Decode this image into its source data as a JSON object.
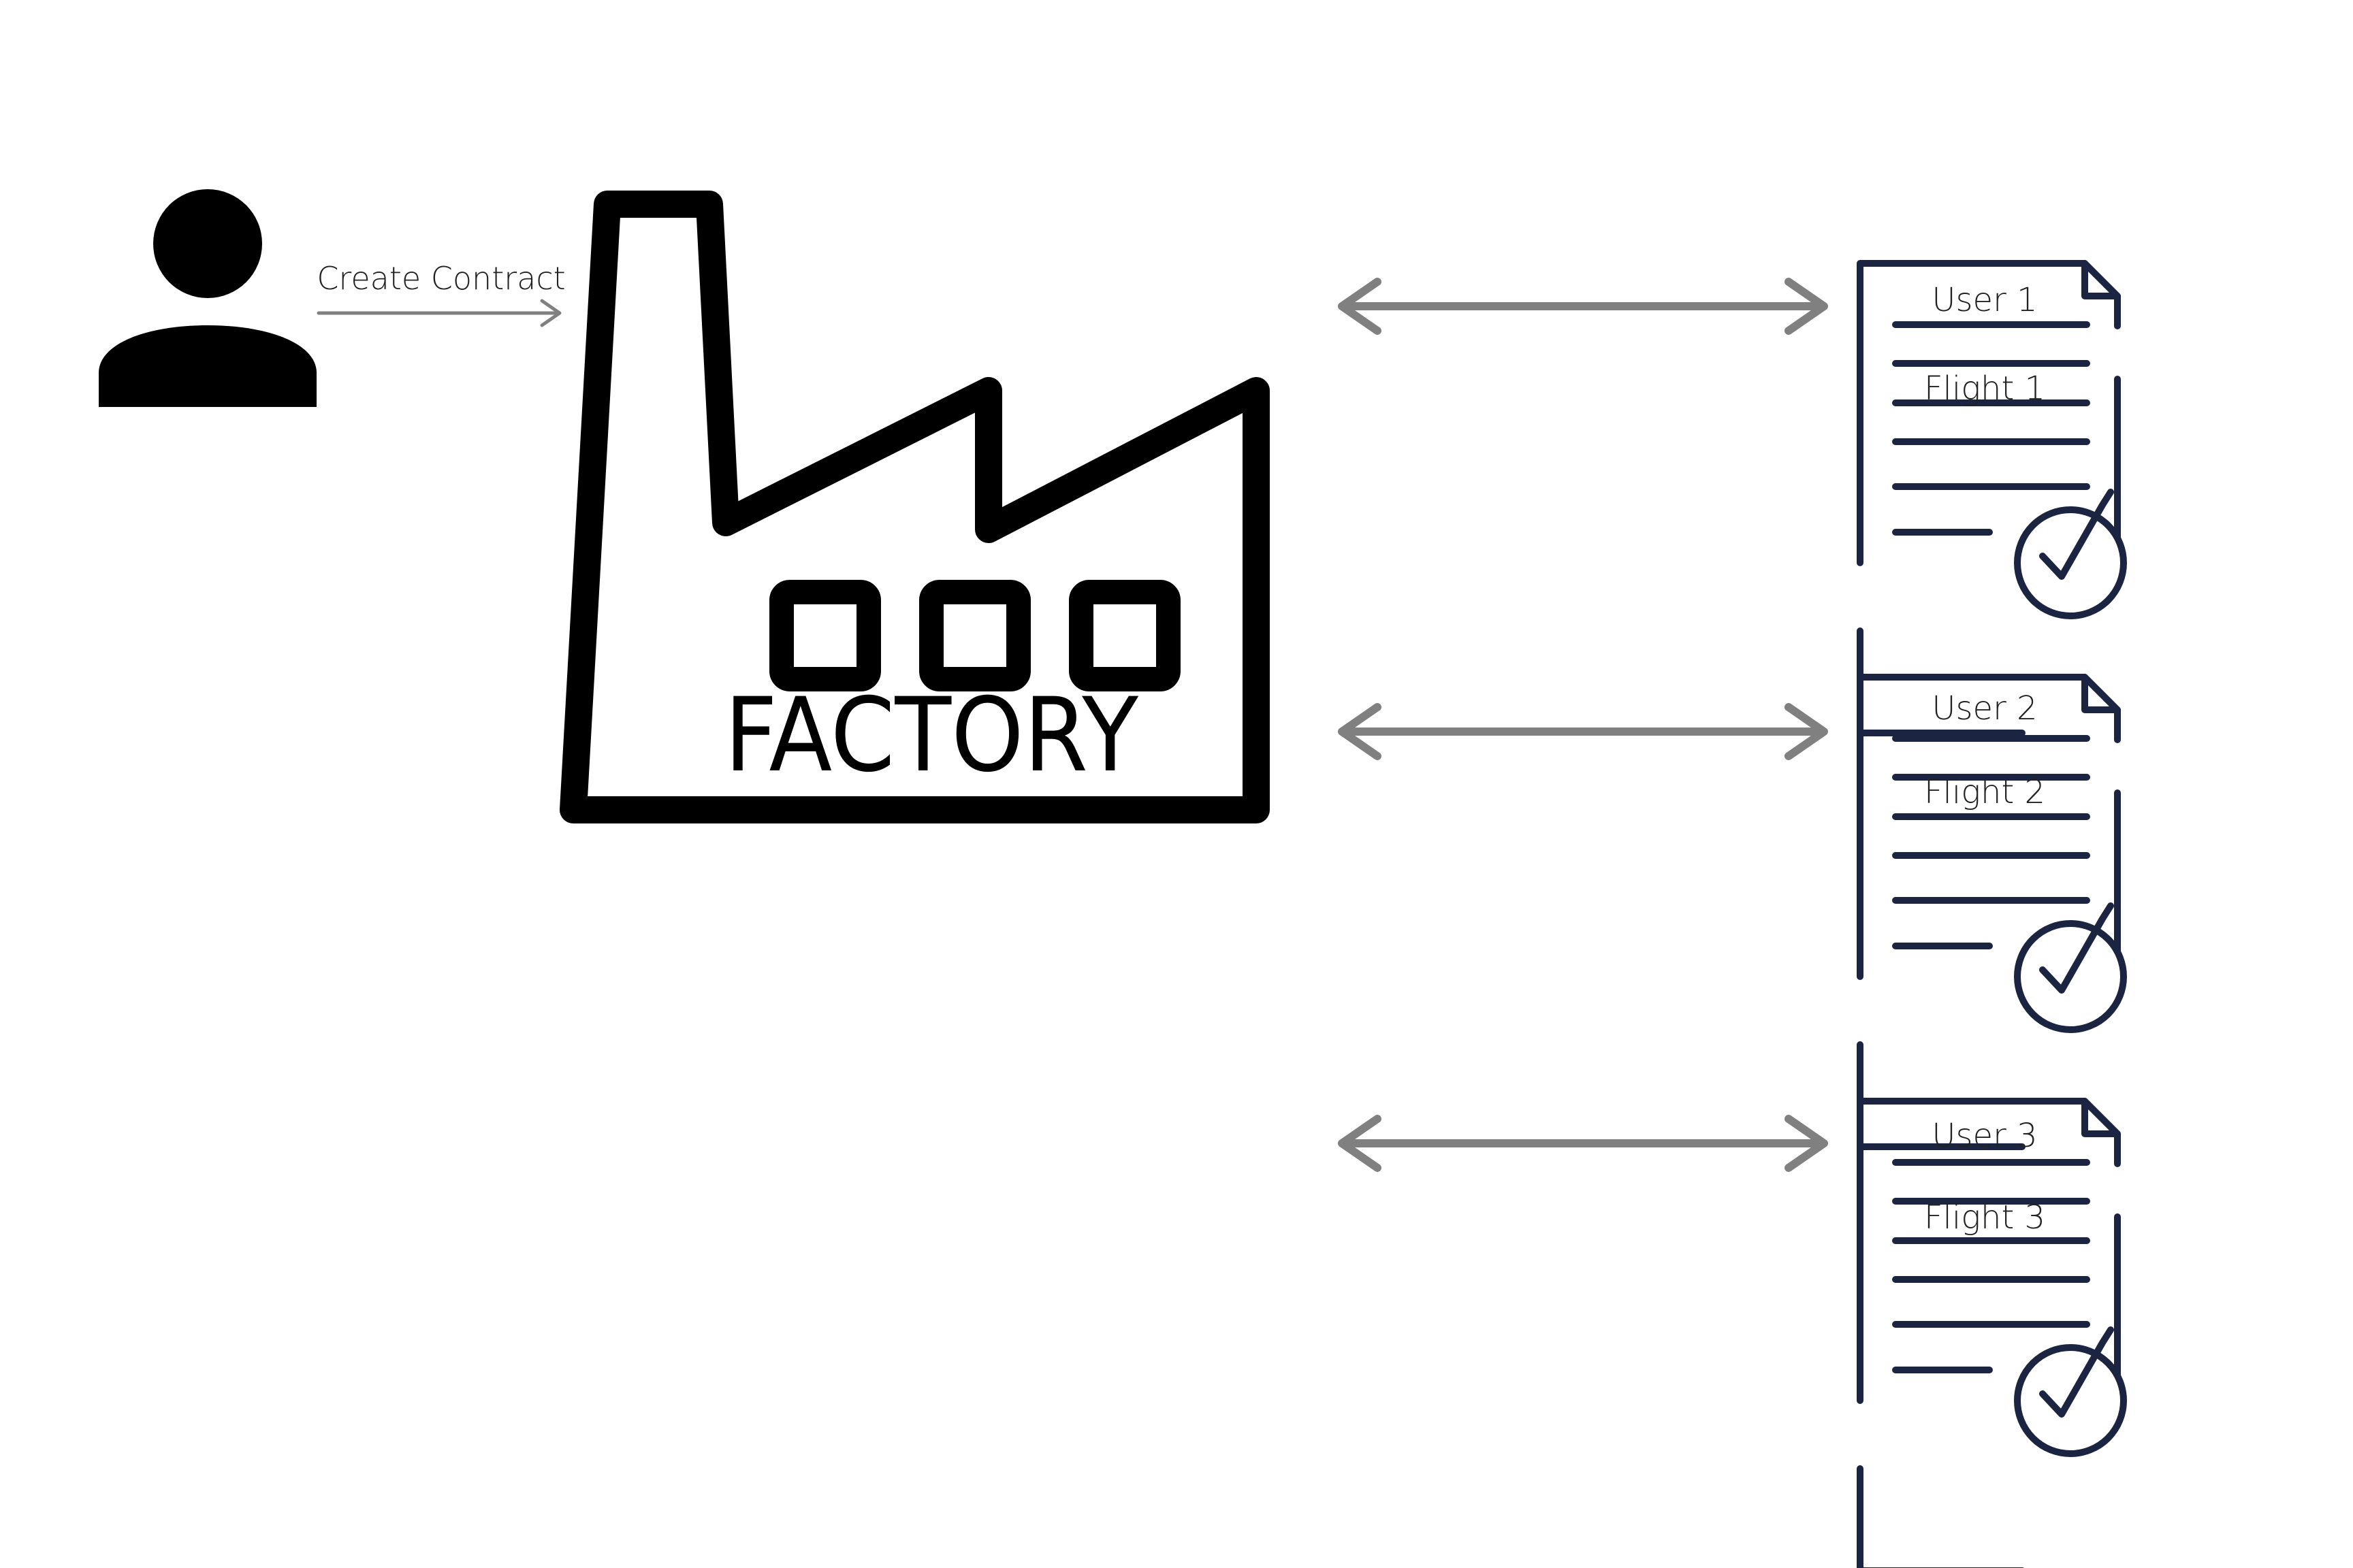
{
  "diagram": {
    "user_label": "Create Contract",
    "factory_label": "FACTORY",
    "contracts": [
      {
        "user": "User 1",
        "flight": "Flight 1"
      },
      {
        "user": "User 2",
        "flight": "Flight 2"
      },
      {
        "user": "User 3",
        "flight": "Flight 3"
      }
    ]
  },
  "colors": {
    "icon_black": "#000000",
    "arrow_gray": "#808080",
    "doc_navy": "#1b2541",
    "text_dark": "#222222"
  }
}
